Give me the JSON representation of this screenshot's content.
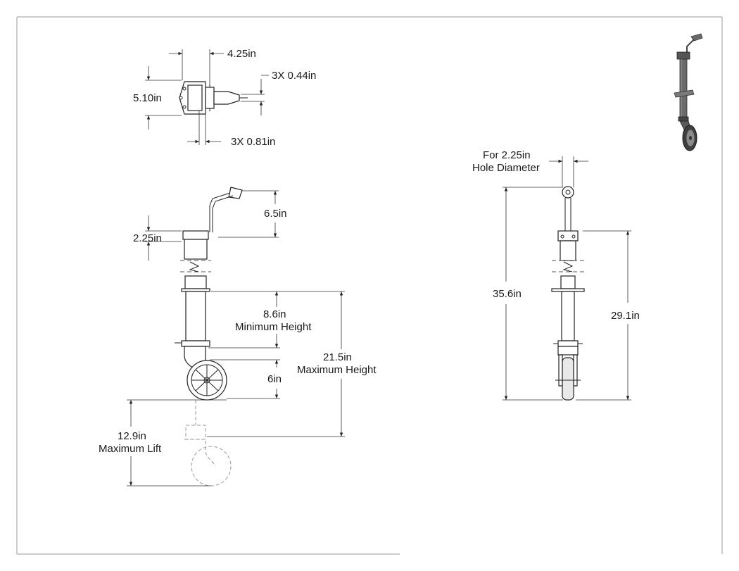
{
  "labels": {
    "top_width": "4.25in",
    "top_height": "5.10in",
    "bolt_holes_a": "3X 0.44in",
    "bolt_holes_b": "3X 0.81in",
    "crank_height": "6.5in",
    "tube_top": "2.25in",
    "min_height_value": "8.6in",
    "min_height_text": "Minimum Height",
    "max_height_value": "21.5in",
    "max_height_text": "Maximum Height",
    "wheel_height": "6in",
    "max_lift_value": "12.9in",
    "max_lift_text": "Maximum Lift",
    "hole_line1": "For 2.25in",
    "hole_line2": "Hole Diameter",
    "overall_height": "35.6in",
    "mount_height": "29.1in"
  },
  "colors": {
    "line": "#222222",
    "ghost": "#9a9a9a",
    "frame": "#999999",
    "render_body": "#5a5a5a"
  }
}
